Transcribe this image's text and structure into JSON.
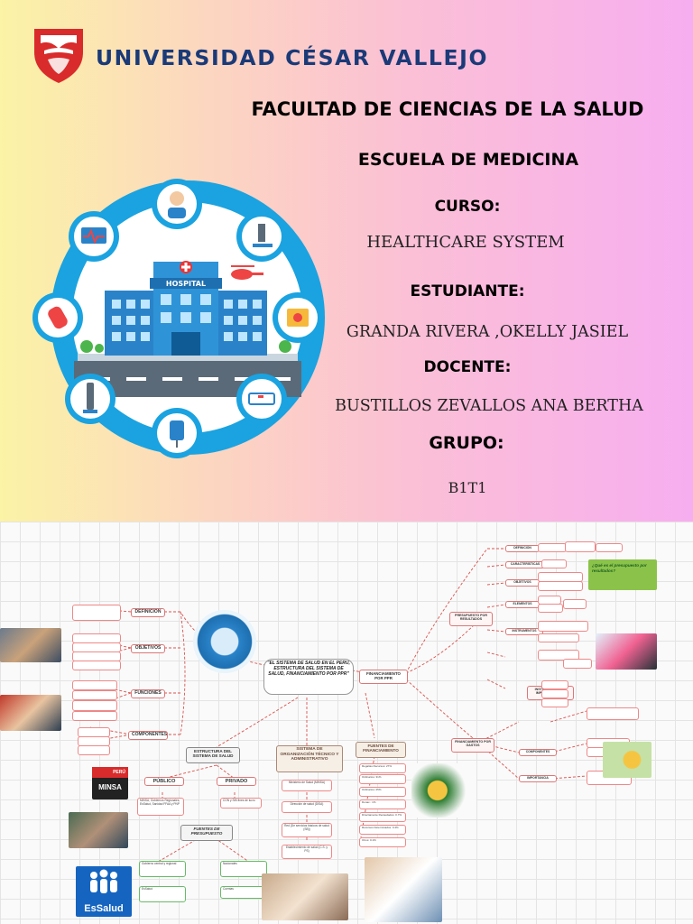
{
  "cover": {
    "university": "UNIVERSIDAD CÉSAR VALLEJO",
    "faculty": "FACULTAD DE CIENCIAS DE LA SALUD",
    "school": "ESCUELA DE MEDICINA",
    "course_label": "CURSO:",
    "course_value": "HEALTHCARE SYSTEM",
    "student_label": "ESTUDIANTE:",
    "student_value": "GRANDA RIVERA ,OKELLY JASIEL",
    "teacher_label": "DOCENTE:",
    "teacher_value": "BUSTILLOS ZEVALLOS ANA BERTHA",
    "group_label": "GRUPO:",
    "group_value": "B1T1",
    "illustration_sign": "HOSPITAL"
  },
  "mindmap": {
    "central": "\"EL SISTEMA DE SALUD EN EL PERÚ, ESTRUCTURA DEL SISTEMA DE SALUD, FINANCIAMIENTO POR PPR\"",
    "left_branches": [
      "DEFINICIÓN",
      "OBJETIVOS",
      "FUNCIONES",
      "COMPONENTES"
    ],
    "bottom_left": "ESTRUCTURA DEL SISTEMA DE SALUD",
    "publico": "PÚBLICO",
    "privado": "PRIVADO",
    "publico_detail": "MINSA, Gobiernos Regionales, EsSalud, Sanidad FFAA y PNP",
    "privado_detail": "CON y SIN fines de lucro",
    "fuentes_left": "FUENTES DE PRESUPUESTO",
    "fuente_a": "Gobierno central y regional",
    "fuente_b": "EsSalud",
    "fuente_c": "Nacionales",
    "fuente_d": "Cuentas",
    "center_block": "SISTEMA DE ORGANIZACIÓN TÉCNICO Y ADMINISTRATIVO",
    "center_items": [
      "Ministerio de Salud (MINSA)",
      "Dirección de salud (DISA)",
      "Red (De servicios básicos de salud (SB))",
      "Establecimiento de salud (C.S. y PS)"
    ],
    "fuentes_right": "FUENTES DE FINANCIAMIENTO",
    "fuentes_right_items": [
      "Regalías Recursos: 27%",
      "Ordinarios: 31%",
      "Ordinarios: 25%",
      "Donac.: 1%",
      "Directamente Recaudados: 0.7%",
      "Recursos Determinados: 0.4%",
      "Otros: 0.1%"
    ],
    "ppr_label": "FINANCIAMIENTO POR PPR",
    "ppr_items": [
      "PRESUPUESTO POR RESULTADOS",
      "INSTRUMENTOS DE IMPLEMENTACIÓN",
      "FINANCIAMIENTO POR GASTOS"
    ],
    "ppr_sub": [
      "DEFINICIÓN",
      "CARACTERÍSTICAS",
      "OBJETIVOS",
      "ELEMENTOS",
      "INSTRUMENTOS",
      "COMPONENTES",
      "IMPORTANCIA"
    ],
    "logos": [
      "PERÚ",
      "MINSA",
      "EsSalud"
    ],
    "quote": "¿Qué es el presupuesto por resultados?"
  },
  "colors": {
    "brand_blue": "#1a3a78",
    "brand_red": "#d92b2b",
    "connector_red": "#d9534f"
  }
}
